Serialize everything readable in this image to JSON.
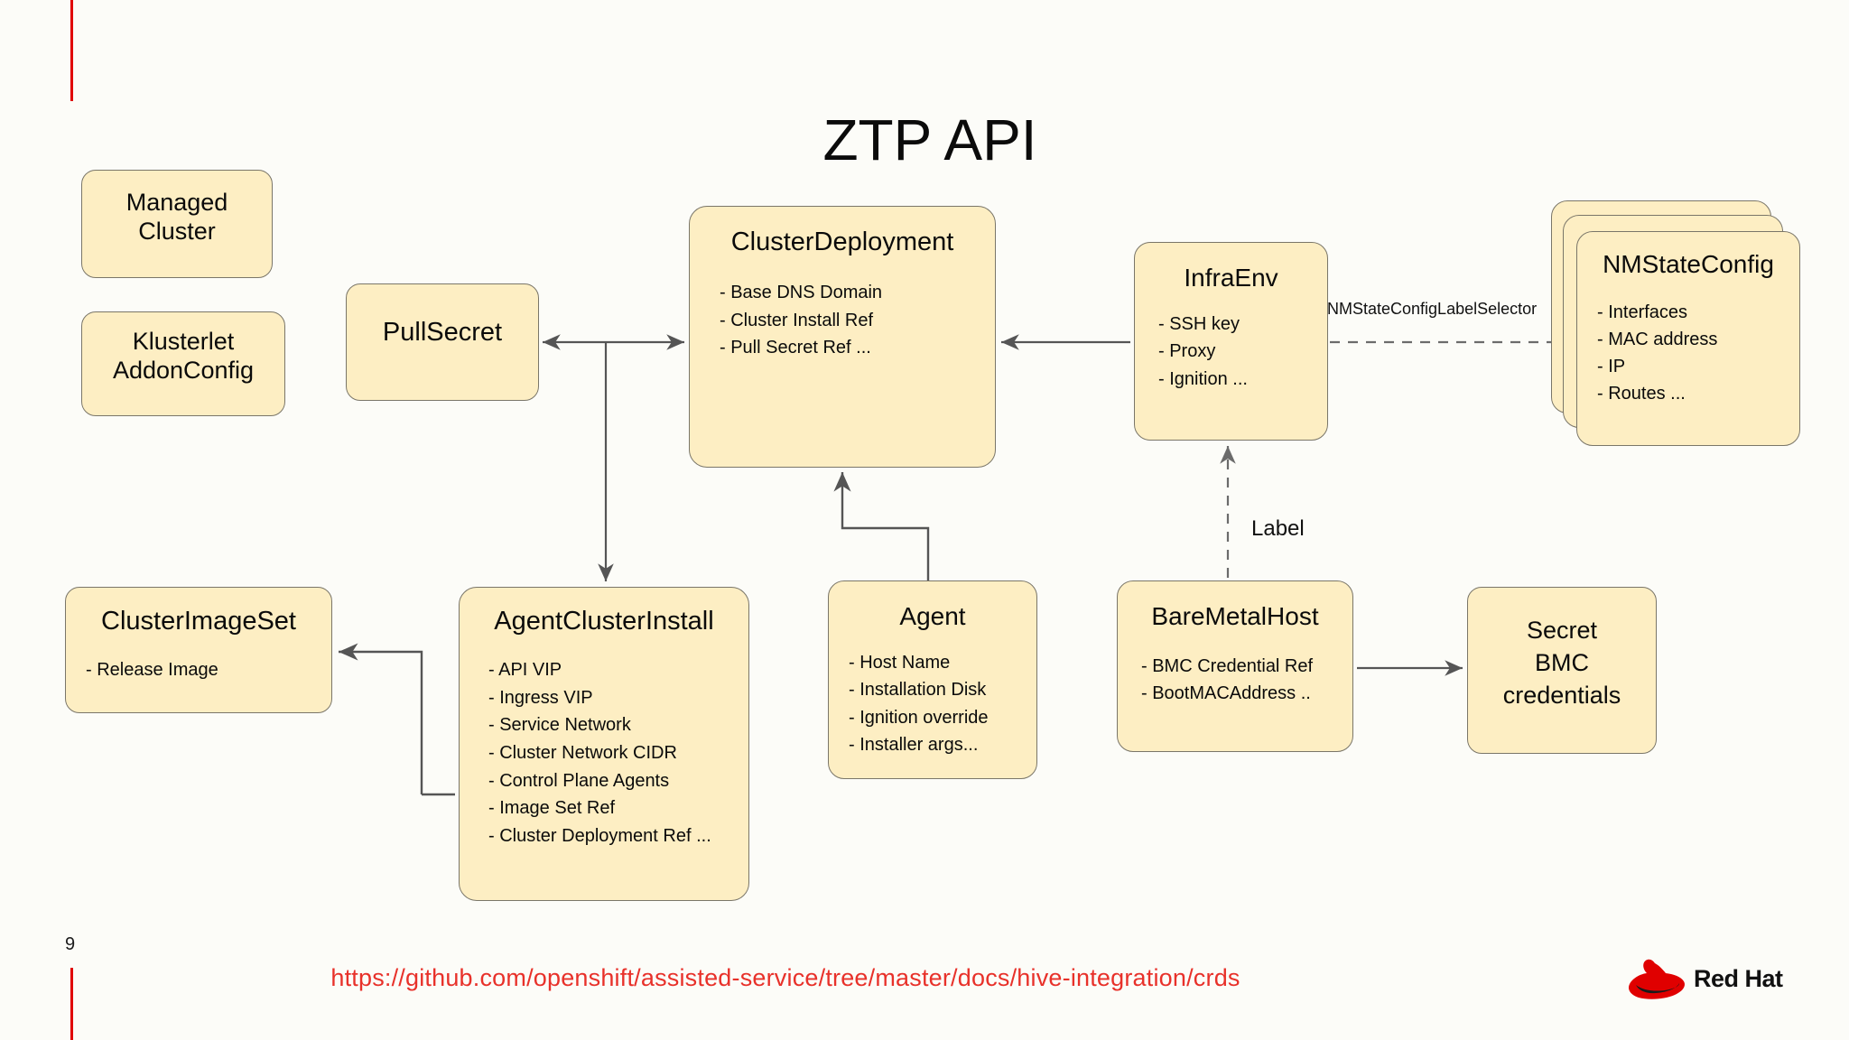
{
  "slide": {
    "title": "ZTP API",
    "page_number": "9",
    "footer_url": "https://github.com/openshift/assisted-service/tree/master/docs/hive-integration/crds",
    "brand": "Red Hat",
    "accent_color": "#e00000",
    "node_fill": "#fdeec3",
    "node_border": "#7a7669",
    "url_color": "#e8312a"
  },
  "nodes": {
    "managed_cluster": {
      "title": "Managed\nCluster",
      "line1": "Managed",
      "line2": "Cluster",
      "attrs": []
    },
    "klusterlet_addon_config": {
      "line1": "Klusterlet",
      "line2": "AddonConfig",
      "attrs": []
    },
    "pull_secret": {
      "title": "PullSecret",
      "attrs": []
    },
    "cluster_deployment": {
      "title": "ClusterDeployment",
      "attrs": [
        "- Base DNS Domain",
        "- Cluster Install Ref",
        "- Pull Secret Ref ..."
      ]
    },
    "infra_env": {
      "title": "InfraEnv",
      "attrs": [
        "- SSH key",
        "- Proxy",
        "- Ignition ..."
      ]
    },
    "nmstate_config": {
      "title": "NMStateConfig",
      "attrs": [
        "- Interfaces",
        "- MAC address",
        "- IP",
        "- Routes ..."
      ],
      "stack_count": 3
    },
    "cluster_image_set": {
      "title": "ClusterImageSet",
      "attrs": [
        "- Release Image"
      ]
    },
    "agent_cluster_install": {
      "title": "AgentClusterInstall",
      "attrs": [
        "- API VIP",
        "- Ingress VIP",
        "- Service Network",
        "- Cluster Network CIDR",
        "- Control Plane Agents",
        "- Image Set Ref",
        "- Cluster Deployment Ref ..."
      ]
    },
    "agent": {
      "title": "Agent",
      "attrs": [
        "- Host Name",
        "- Installation Disk",
        "- Ignition override",
        "- Installer args..."
      ]
    },
    "bare_metal_host": {
      "title": "BareMetalHost",
      "attrs": [
        "- BMC Credential Ref",
        "- BootMACAddress .."
      ]
    },
    "secret_bmc": {
      "line1": "Secret",
      "line2": "BMC",
      "line3": "credentials",
      "attrs": []
    }
  },
  "edge_labels": {
    "nmstate_selector": "NMStateConfigLabelSelector",
    "label": "Label"
  }
}
